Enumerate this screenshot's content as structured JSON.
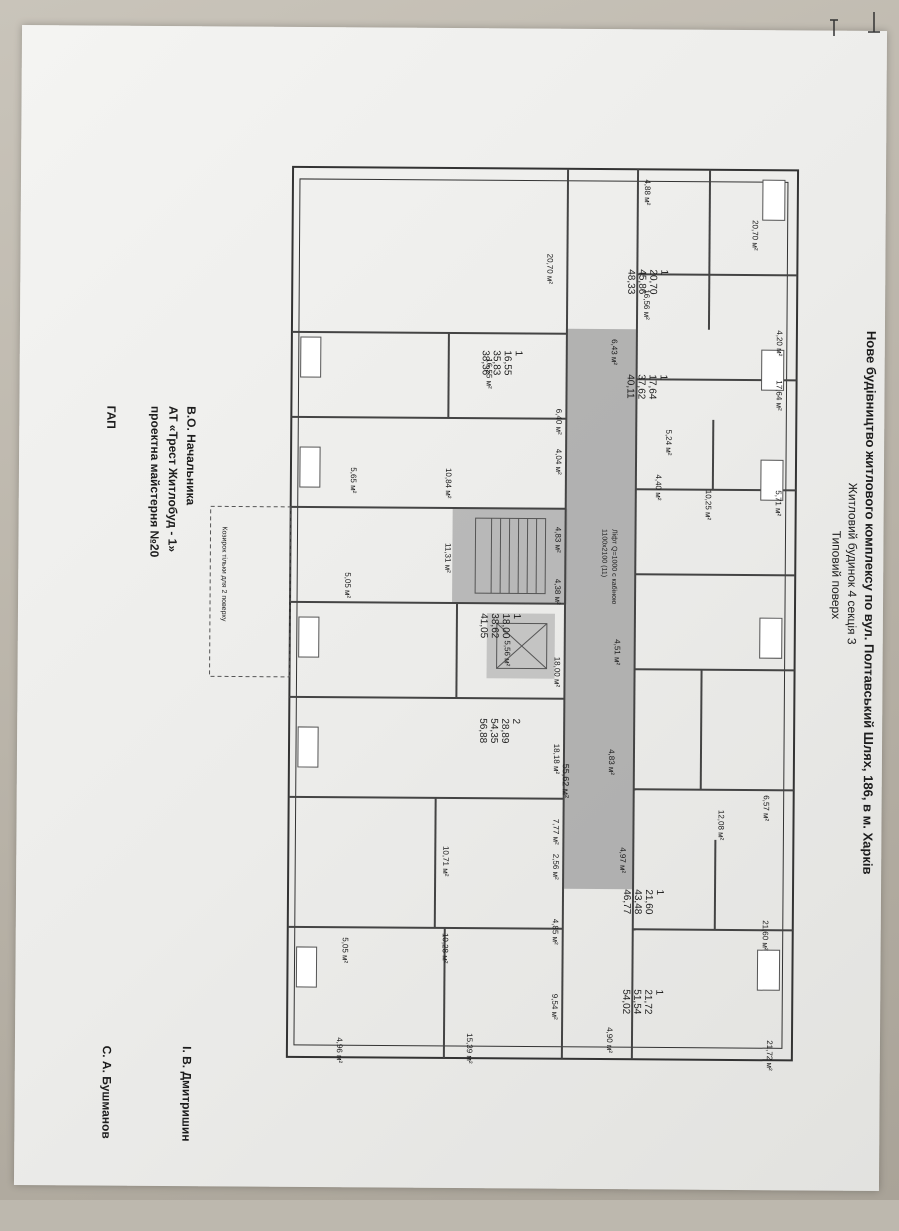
{
  "header": {
    "title": "Нове будівництво житлового комплексу по вул. Полтавський Шлях, 186, в м. Харків",
    "subtitle": "Житловий будинок 4 секція 3",
    "floor": "Типовий поверх"
  },
  "signatures": {
    "left": [
      "В.О. Начальника",
      "АТ «Трест Житлобуд - 1»",
      "проектна майстерня №20"
    ],
    "role": "ГАП",
    "name1": "І. В. Дмитришин",
    "name2": "С. А. Бушманов"
  },
  "apartments": [
    {
      "rooms": "1",
      "areas": [
        "20,70",
        "45,86",
        "48,33"
      ]
    },
    {
      "rooms": "1",
      "areas": [
        "17,64",
        "37,62",
        "40,11"
      ]
    },
    {
      "rooms": "1",
      "areas": [
        "16,55",
        "35,83",
        "38,36"
      ]
    },
    {
      "rooms": "1",
      "areas": [
        "18,00",
        "38,62",
        "41,05"
      ]
    },
    {
      "rooms": "2",
      "areas": [
        "28,89",
        "54,35",
        "56,88"
      ]
    },
    {
      "rooms": "1",
      "areas": [
        "21,60",
        "43,48",
        "46,77"
      ]
    },
    {
      "rooms": "1",
      "areas": [
        "21,72",
        "51,54",
        "54,02"
      ]
    }
  ],
  "room_labels": {
    "r1": "20,70 м²",
    "r2": "4,20 м²",
    "r3": "4,88 м²",
    "r4": "16,56 м²",
    "r5": "6,43 м²",
    "r6": "20,70 м²",
    "r7": "17,64 м²",
    "r8": "16,55 м²",
    "r9": "5,24 м²",
    "r10": "6,40 м²",
    "r11": "4,40 м²",
    "r12": "10,84 м²",
    "r13": "5,71 м²",
    "r14": "10,25 м²",
    "r15": "4,04 м²",
    "r16": "5,65 м²",
    "r17": "4,83 м²",
    "r18": "11,31 м²",
    "r19": "5,05 м²",
    "r20": "4,38 м²",
    "r21": "18,00 м²",
    "r22": "4,51 м²",
    "r23": "5,56 м²",
    "r24": "55,62 м²",
    "r25": "18,18 м²",
    "r26": "4,83 м²",
    "r27": "6,57 м²",
    "r28": "12,08 м²",
    "r29": "4,97 м²",
    "r30": "7,77 м²",
    "r31": "2,56 м²",
    "r32": "10,71 м²",
    "r33": "21,60 м²",
    "r34": "4,85 м²",
    "r35": "10,28 м²",
    "r36": "5,05 м²",
    "r37": "9,54 м²",
    "r38": "4,90 м²",
    "r39": "15,39 м²",
    "r40": "21,72 м²",
    "r41": "4,96 м²"
  },
  "lift_note": [
    "Ліфт Q=1000 с кабіною",
    "1100х2100 (11)"
  ],
  "balcony_note": "Козирок тільки для 2 поверху"
}
